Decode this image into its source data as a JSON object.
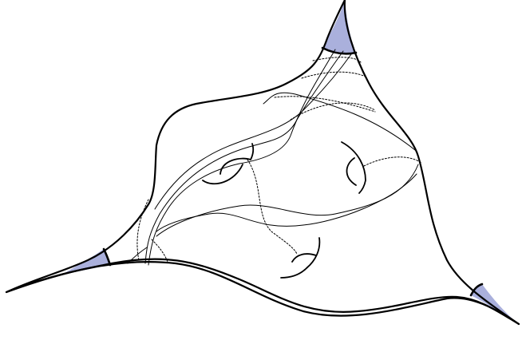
{
  "figure": {
    "description_free": true,
    "colors": {
      "cusp_fill": "#aab0dc",
      "stroke": "#000000",
      "background": "#ffffff"
    },
    "cusps": [
      "top",
      "left",
      "right"
    ],
    "handles": 3
  }
}
